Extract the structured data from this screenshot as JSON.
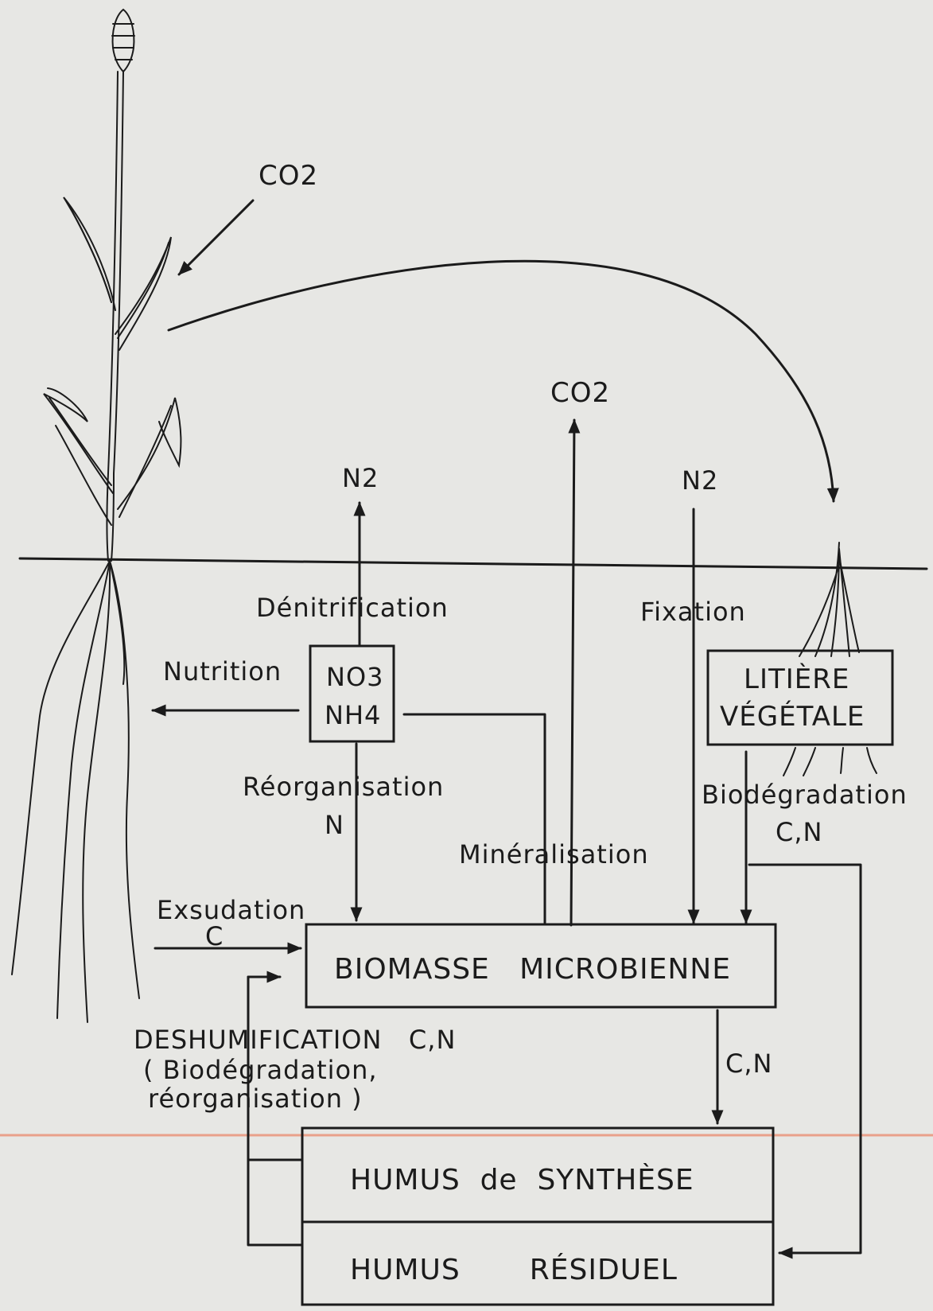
{
  "labels": {
    "co2_top": "CO2",
    "co2_mid": "CO2",
    "n2_left": "N2",
    "n2_right": "N2",
    "denitrification": "Dénitrification",
    "fixation": "Fixation",
    "nutrition": "Nutrition",
    "no3": "NO3",
    "nh4": "NH4",
    "reorganisation": "Réorganisation",
    "reorganisation_n": "N",
    "mineralisation": "Minéralisation",
    "litiere_line1": "LITIÈRE",
    "litiere_line2": "VÉGÉTALE",
    "biodegradation": "Biodégradation",
    "biodegradation_cn": "C,N",
    "exsudation": "Exsudation",
    "exsudation_c": "C",
    "biomasse": "BIOMASSE   MICROBIENNE",
    "deshumification": "DESHUMIFICATION   C,N",
    "deshum_detail1": "( Biodégradation,",
    "deshum_detail2": "réorganisation )",
    "biomasse_to_humus": "C,N",
    "humus_synthese": "HUMUS  de  SYNTHÈSE",
    "humus_residuel": "HUMUS       RÉSIDUEL"
  },
  "colors": {
    "ink": "#1b1b1b",
    "paper": "#e7e7e4",
    "guide_line": "#e9a08a"
  },
  "icons": [
    "wheat-plant-icon",
    "seedling-roots-icon"
  ]
}
